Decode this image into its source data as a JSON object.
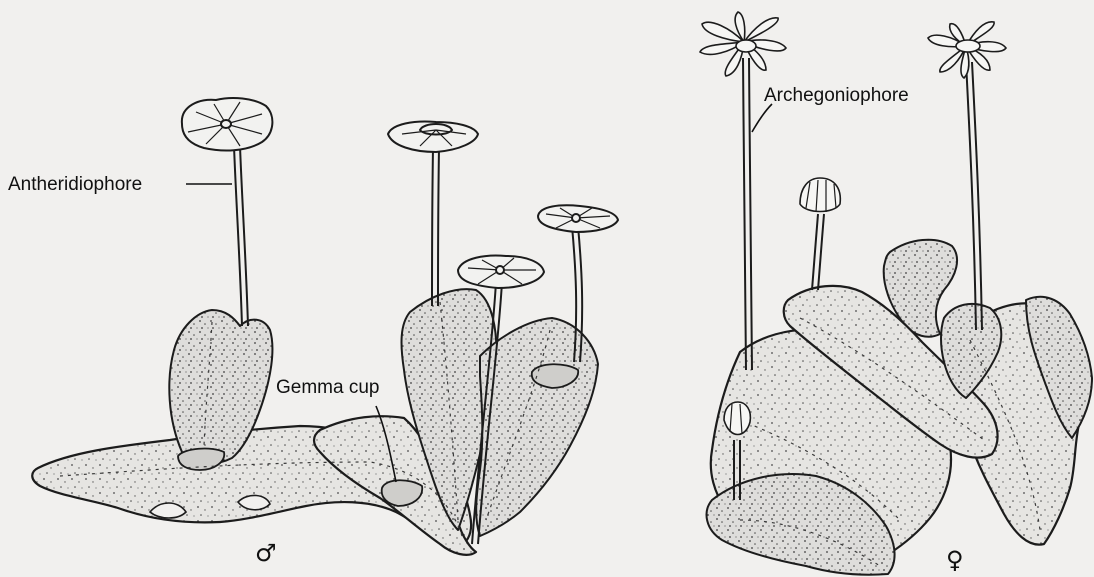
{
  "labels": {
    "antheridiophore": "Antheridiophore",
    "gemma_cup": "Gemma cup",
    "archegoniophore": "Archegoniophore"
  },
  "symbols": {
    "male": "♂",
    "female": "♀"
  },
  "colors": {
    "line": "#1c1c1c",
    "background": "#f1f0ee",
    "thallus_fill": "#e4e3e0"
  }
}
